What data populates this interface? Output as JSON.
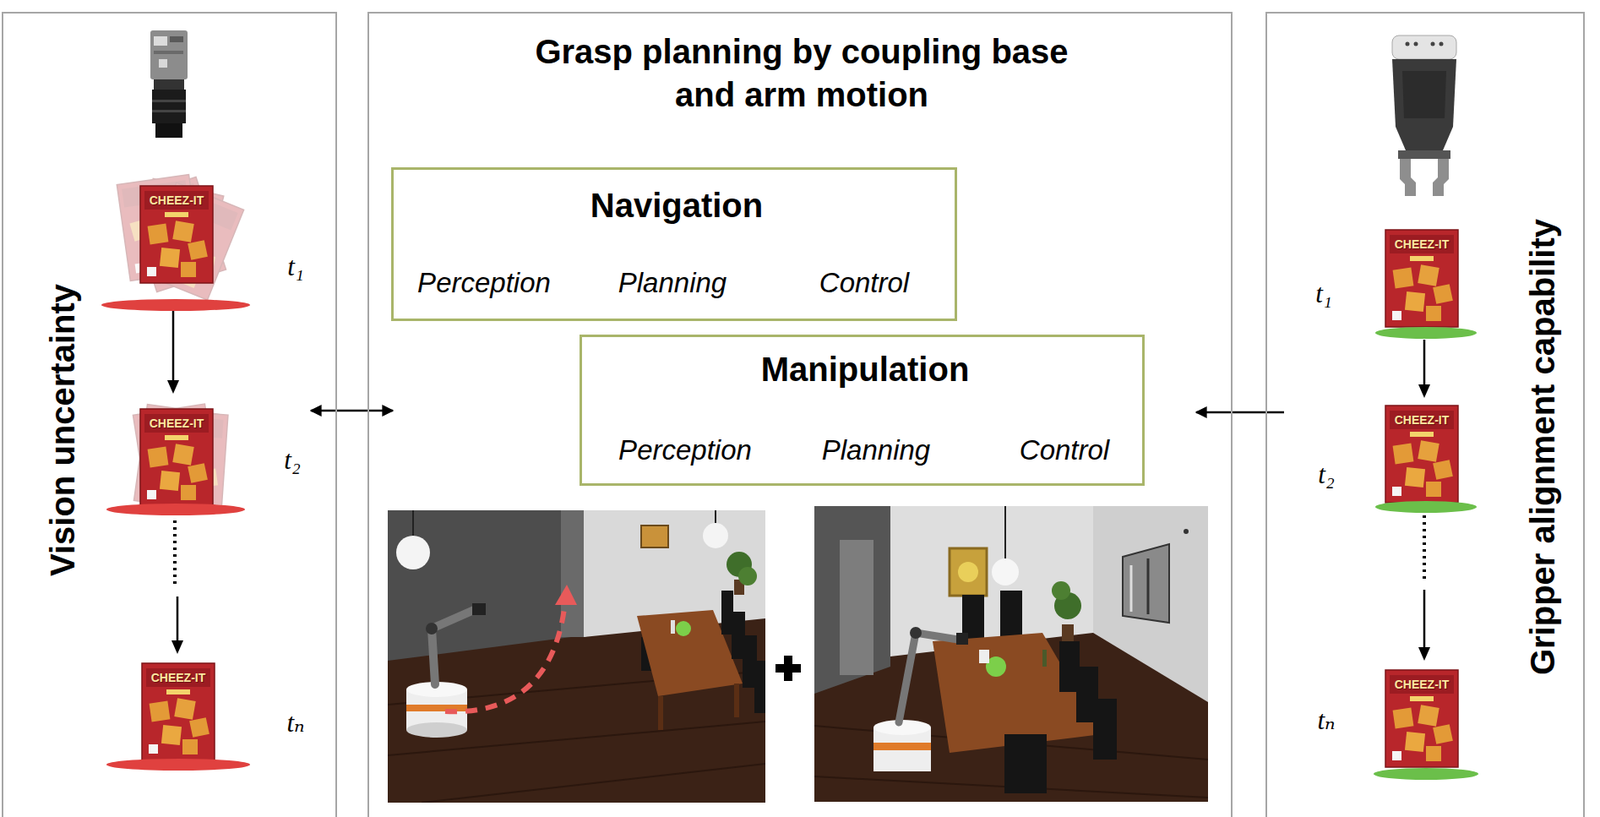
{
  "diagram": {
    "nodes": [
      {
        "text": [
          "Vision uncertainty"
        ]
      },
      {
        "text": [
          "Grasp planning by coupling base and arm motion"
        ]
      },
      {
        "text": [
          "Navigation",
          "Perception",
          "Planning",
          "Control"
        ],
        "in": 1
      },
      {
        "text": [
          "Manipulation",
          "Perception",
          "Planning",
          "Control"
        ],
        "in": 1
      },
      {
        "text": [
          "Gripper alignment capability"
        ]
      }
    ],
    "edges": [
      {
        "from": 0,
        "to": 1,
        "arrow": "both"
      },
      {
        "from": 4,
        "to": 1,
        "arrow": "to"
      }
    ],
    "labels": [
      "CHEEZ-IT",
      "t₁",
      "CHEEZ-IT",
      "t₂",
      "CHEEZ-IT",
      "tₙ",
      "t₁",
      "CHEEZ-IT",
      "t₂",
      "CHEEZ-IT",
      "tₙ",
      "CHEEZ-IT"
    ]
  }
}
